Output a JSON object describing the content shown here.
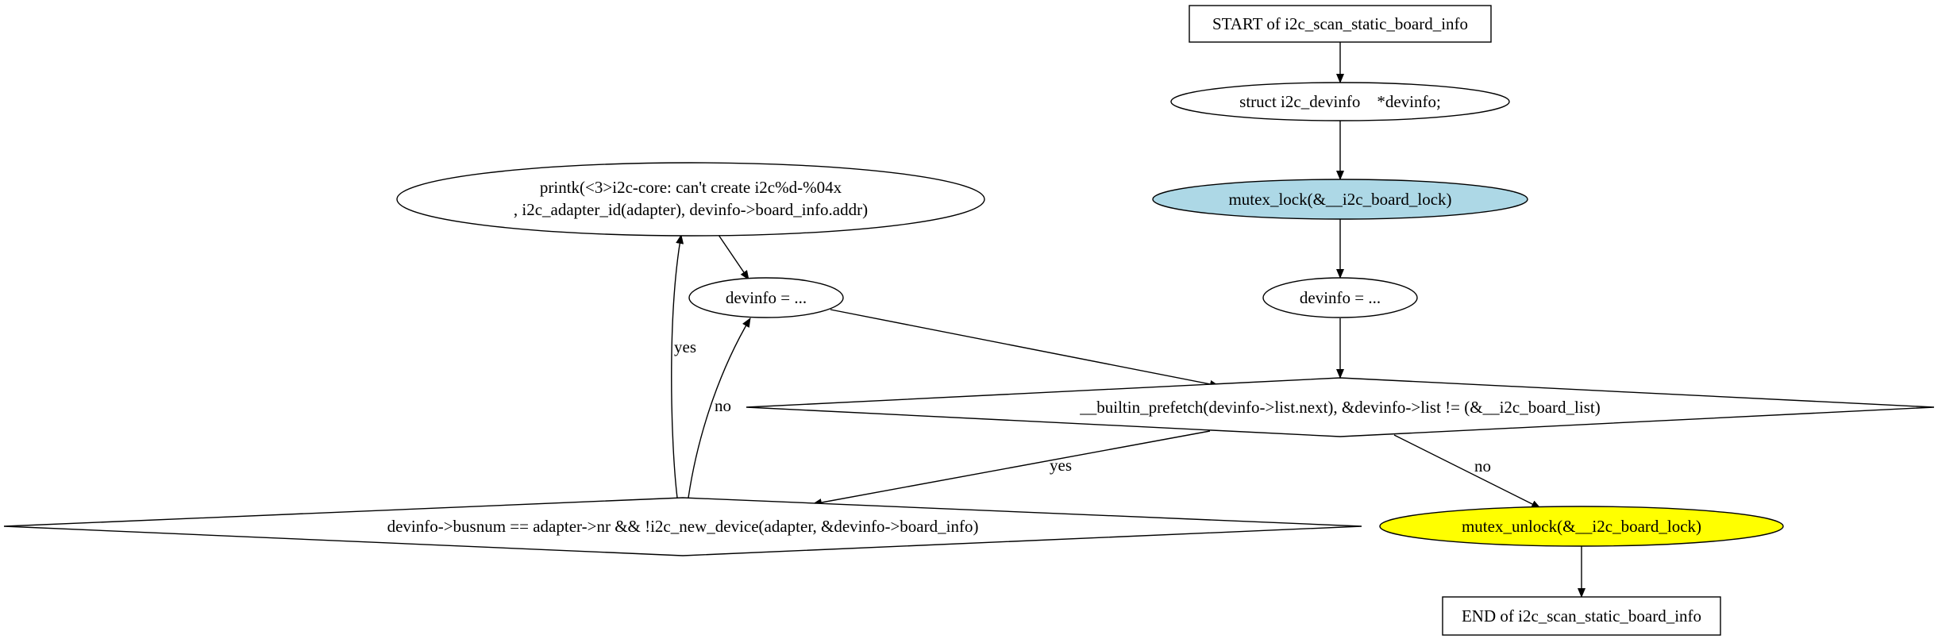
{
  "nodes": {
    "start": {
      "text": "START of i2c_scan_static_board_info",
      "shape": "box",
      "fill": "#ffffff"
    },
    "decl": {
      "text": "struct i2c_devinfo    *devinfo;",
      "shape": "ellipse",
      "fill": "#ffffff"
    },
    "lock": {
      "text": "mutex_lock(&__i2c_board_lock)",
      "shape": "ellipse",
      "fill": "#add8e6"
    },
    "init": {
      "text": "devinfo = ...",
      "shape": "ellipse",
      "fill": "#ffffff"
    },
    "loop_cond": {
      "text": "__builtin_prefetch(devinfo->list.next), &devinfo->list != (&__i2c_board_list)",
      "shape": "diamond",
      "fill": "#ffffff"
    },
    "if_cond": {
      "text": "devinfo->busnum == adapter->nr && !i2c_new_device(adapter, &devinfo->board_info)",
      "shape": "diamond",
      "fill": "#ffffff"
    },
    "printk": {
      "line1": "printk(<3>i2c-core: can't create i2c%d-%04x",
      "line2": ", i2c_adapter_id(adapter), devinfo->board_info.addr)",
      "shape": "ellipse",
      "fill": "#ffffff"
    },
    "next": {
      "text": "devinfo = ...",
      "shape": "ellipse",
      "fill": "#ffffff"
    },
    "unlock": {
      "text": "mutex_unlock(&__i2c_board_lock)",
      "shape": "ellipse",
      "fill": "#ffff00"
    },
    "end": {
      "text": "END of i2c_scan_static_board_info",
      "shape": "box",
      "fill": "#ffffff"
    }
  },
  "edges": {
    "loop_yes": "yes",
    "loop_no": "no",
    "if_yes": "yes",
    "if_no": "no"
  }
}
